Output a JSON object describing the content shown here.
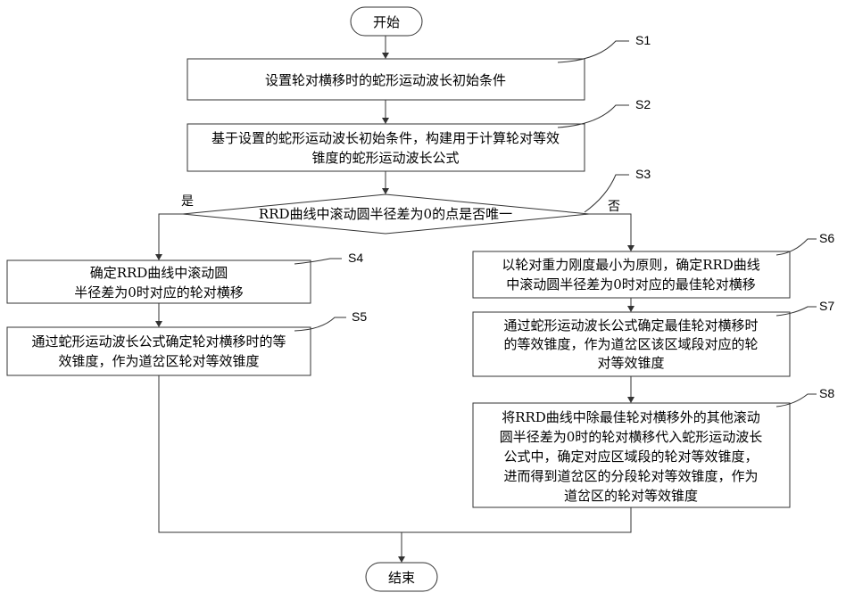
{
  "start": "开始",
  "end": "结束",
  "yes": "是",
  "no": "否",
  "steps": {
    "s1": {
      "label": "S1",
      "lines": [
        "设置轮对横移时的蛇形运动波长初始条件"
      ]
    },
    "s2": {
      "label": "S2",
      "lines": [
        "基于设置的蛇形运动波长初始条件，构建用于计算轮对等效",
        "锥度的蛇形运动波长公式"
      ]
    },
    "s3": {
      "label": "S3",
      "lines": [
        "RRD曲线中滚动圆半径差为0的点是否唯一"
      ]
    },
    "s4": {
      "label": "S4",
      "lines": [
        "确定RRD曲线中滚动圆",
        "半径差为0时对应的轮对横移"
      ]
    },
    "s5": {
      "label": "S5",
      "lines": [
        "通过蛇形运动波长公式确定轮对横移时的等",
        "效锥度，作为道岔区轮对等效锥度"
      ]
    },
    "s6": {
      "label": "S6",
      "lines": [
        "以轮对重力刚度最小为原则，确定RRD曲线",
        "中滚动圆半径差为0时对应的最佳轮对横移"
      ]
    },
    "s7": {
      "label": "S7",
      "lines": [
        "通过蛇形运动波长公式确定最佳轮对横移时",
        "的等效锥度，作为道岔区该区域段对应的轮",
        "对等效锥度"
      ]
    },
    "s8": {
      "label": "S8",
      "lines": [
        "将RRD曲线中除最佳轮对横移外的其他滚动",
        "圆半径差为0时的轮对横移代入蛇形运动波长",
        "公式中，确定对应区域段的轮对等效锥度，",
        "进而得到道岔区的分段轮对等效锥度，作为",
        "道岔区的轮对等效锥度"
      ]
    }
  }
}
